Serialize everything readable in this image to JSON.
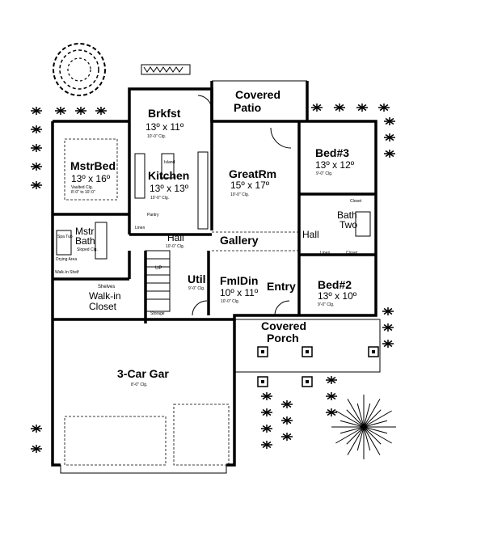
{
  "plan": {
    "rooms": {
      "brkfst": {
        "name": "Brkfst",
        "size": "13º x 11º",
        "ceiling": "10'-0\" Clg."
      },
      "kitchen": {
        "name": "Kitchen",
        "size": "13º x 13º",
        "ceiling": "10'-0\" Clg.",
        "island": "Island",
        "pantry": "Pantry",
        "linen": "Linen"
      },
      "mstr_bed": {
        "name": "MstrBed",
        "size": "13º x 16º",
        "ceiling": "Vaulted Clg.",
        "ceiling_range": "8'-0\" to 10'-0\""
      },
      "covered_patio": {
        "line1": "Covered",
        "line2": "Patio"
      },
      "great_rm": {
        "name": "GreatRm",
        "size": "15º x 17º",
        "ceiling": "10'-0\" Clg."
      },
      "bed3": {
        "name": "Bed#3",
        "size": "13º x 12º",
        "ceiling": "9'-0\" Clg.",
        "closet": "Closet"
      },
      "bath_two": {
        "line1": "Bath",
        "line2": "Two",
        "linen": "Linen",
        "closet": "Closet"
      },
      "hall_right": {
        "name": "Hall"
      },
      "hall_center": {
        "name": "Hall",
        "ceiling": "10'-0\" Clg."
      },
      "gallery": {
        "name": "Gallery"
      },
      "bed2": {
        "name": "Bed#2",
        "size": "13º x 10º",
        "ceiling": "9'-0\" Clg."
      },
      "fml_din": {
        "name": "FmlDin",
        "size": "10º x 11º",
        "ceiling": "10'-0\" Clg."
      },
      "entry": {
        "name": "Entry"
      },
      "util": {
        "name": "Util",
        "ceiling": "9'-0\" Clg."
      },
      "mstr_bath": {
        "line1": "Mstr",
        "line2": "Bath",
        "ceiling": "Sloped Clg.",
        "tub": "Spa Tub",
        "drying": "Drying Area",
        "shelf": "Walk-In Shelf"
      },
      "walk_in_closet": {
        "line1": "Walk-in",
        "line2": "Closet",
        "shelves": "Shelves"
      },
      "stairs": {
        "label": "UP",
        "storage": "Storage"
      },
      "covered_porch": {
        "line1": "Covered",
        "line2": "Porch"
      },
      "garage": {
        "name": "3-Car Gar",
        "ceiling": "8'-0\" Clg."
      }
    }
  }
}
